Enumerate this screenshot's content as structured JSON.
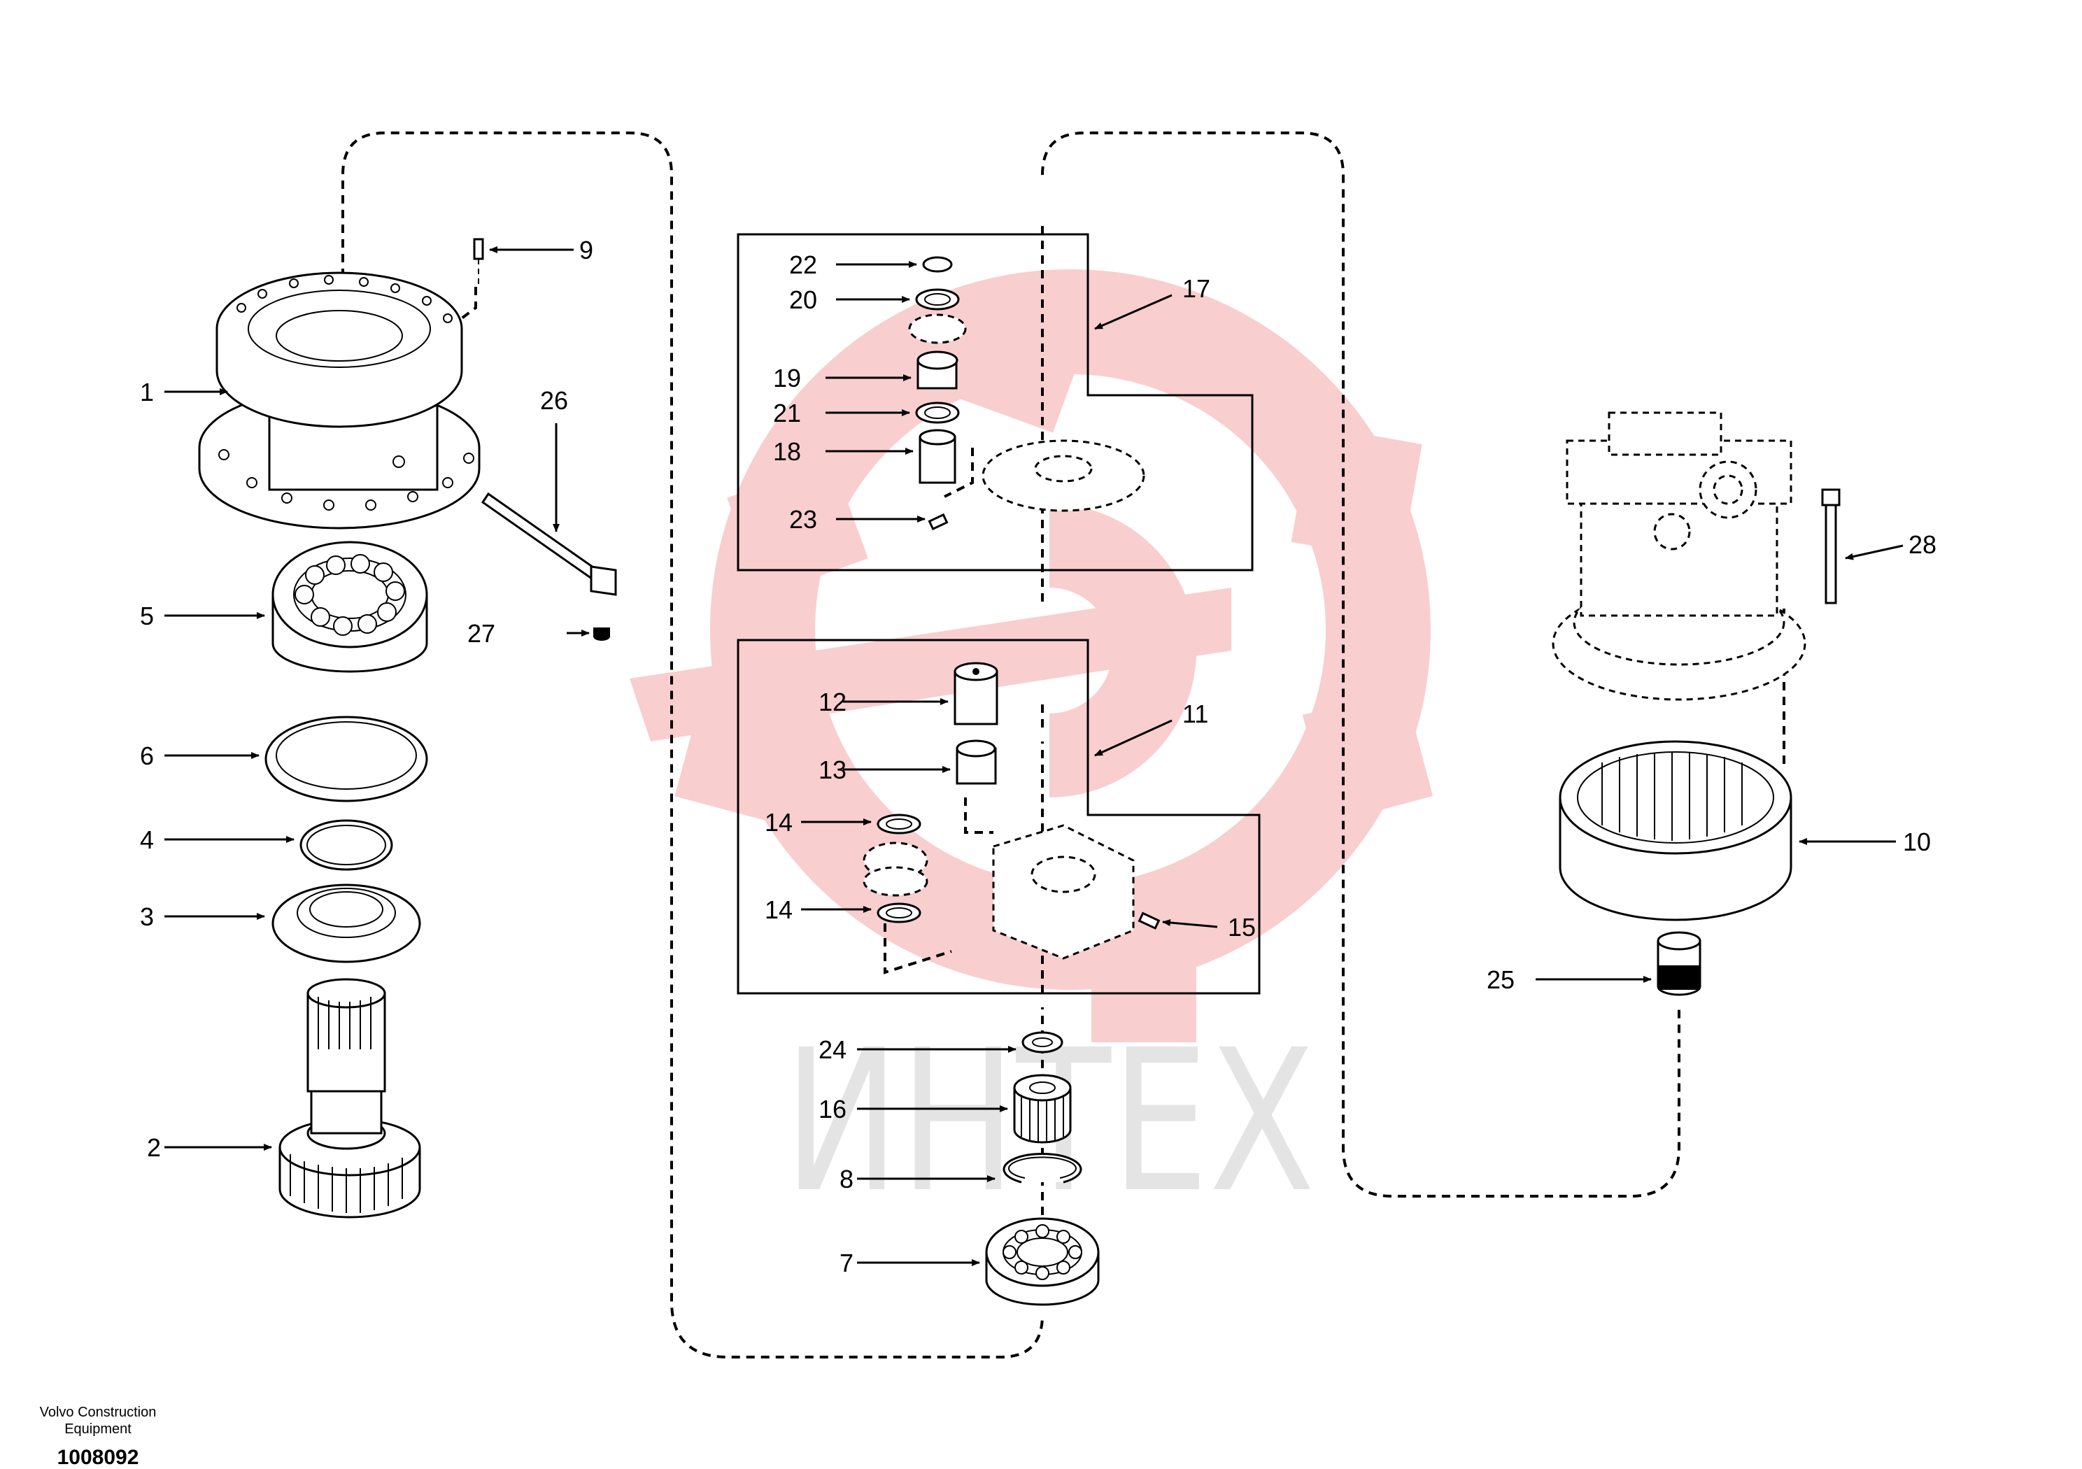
{
  "footer": {
    "company_line1": "Volvo Construction",
    "company_line2": "Equipment",
    "drawing_number": "1008092"
  },
  "watermark": {
    "text": "ИНТЕХ",
    "color": "#f7c6c6"
  },
  "callouts": {
    "c1": "1",
    "c2": "2",
    "c3": "3",
    "c4": "4",
    "c5": "5",
    "c6": "6",
    "c7": "7",
    "c8": "8",
    "c9": "9",
    "c10": "10",
    "c11": "11",
    "c12": "12",
    "c13": "13",
    "c14a": "14",
    "c14b": "14",
    "c15": "15",
    "c16": "16",
    "c17": "17",
    "c18": "18",
    "c19": "19",
    "c20": "20",
    "c21": "21",
    "c22": "22",
    "c23": "23",
    "c24": "24",
    "c25": "25",
    "c26": "26",
    "c27": "27",
    "c28": "28"
  }
}
